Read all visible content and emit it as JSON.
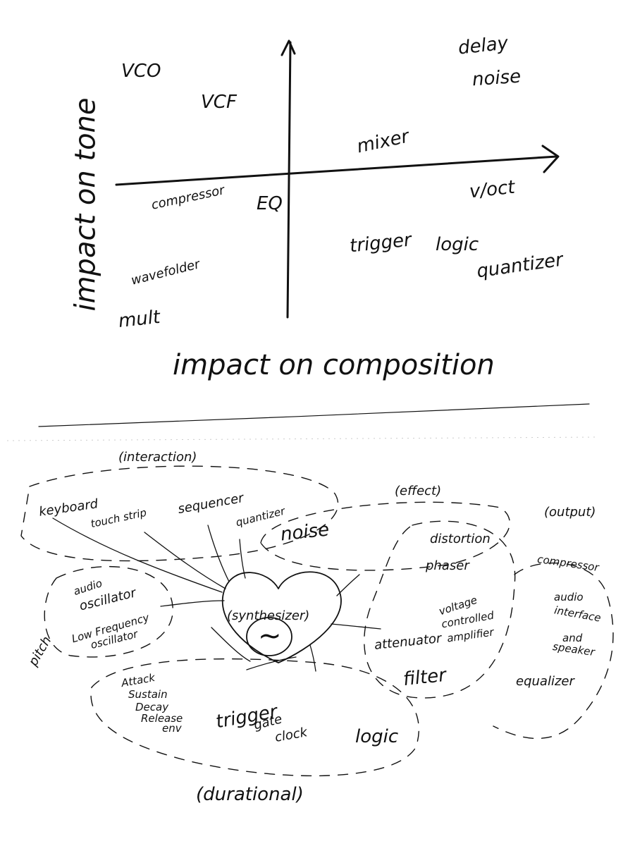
{
  "quadrant": {
    "x_axis_label": "impact on composition",
    "y_axis_label": "impact on tone",
    "items": {
      "vco": "VCO",
      "vcf": "VCF",
      "delay": "delay",
      "noise": "noise",
      "mixer": "mixer",
      "compressor": "compressor",
      "eq": "EQ",
      "voct": "v/oct",
      "trigger": "trigger",
      "logic": "logic",
      "quantizer": "quantizer",
      "wavefolder": "wavefolder",
      "mult": "mult"
    }
  },
  "cluster_map": {
    "groups": {
      "interaction": "(interaction)",
      "effect": "(effect)",
      "output": "(output)",
      "pitch": "pitch",
      "durational": "(durational)"
    },
    "center": {
      "label": "(synthesizer)",
      "symbol": "~"
    },
    "nodes": {
      "keyboard": "keyboard",
      "touch_strip": "touch strip",
      "sequencer": "sequencer",
      "quantizer": "quantizer",
      "noise": "noise",
      "distortion": "distortion",
      "phaser": "phaser",
      "audio_oscillator_1": "audio",
      "audio_oscillator_2": "oscillator",
      "lfo_1": "Low Frequency",
      "lfo_2": "oscillator",
      "vca_1": "voltage",
      "vca_2": "controlled",
      "vca_3": "amplifier",
      "attenuator": "attenuator",
      "filter": "filter",
      "compressor": "compressor",
      "audio_interface_1": "audio",
      "audio_interface_2": "interface",
      "speaker_1": "and",
      "speaker_2": "speaker",
      "equalizer": "equalizer",
      "adsr_1": "Attack",
      "adsr_2": "Sustain",
      "adsr_3": "Decay",
      "adsr_4": "Release",
      "adsr_5": "env",
      "trigger": "trigger",
      "gate": "gate",
      "clock": "clock",
      "logic": "logic"
    }
  }
}
